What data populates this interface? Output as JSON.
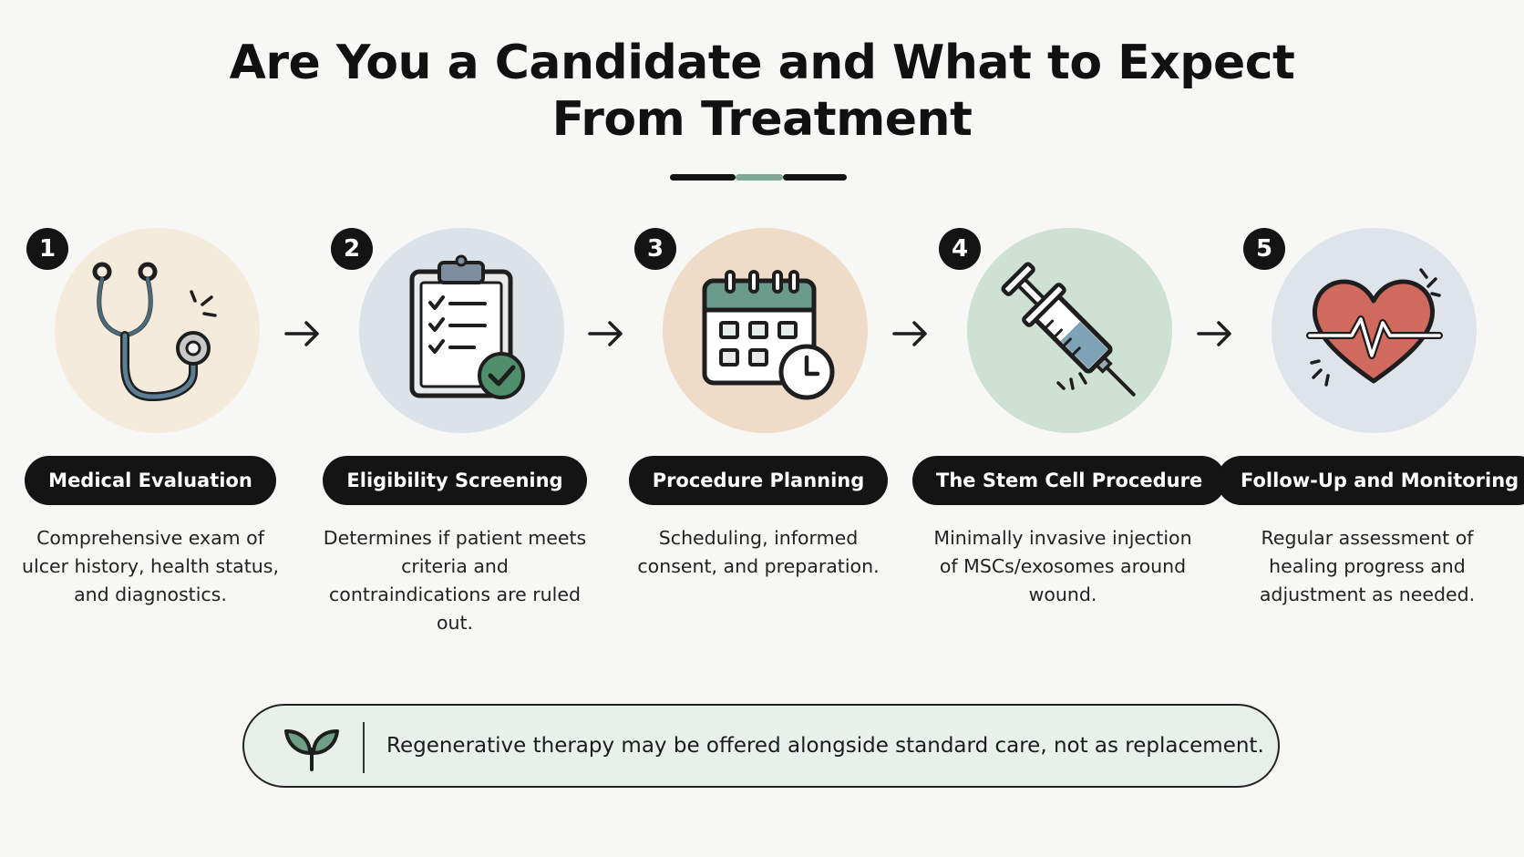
{
  "title": {
    "line1": "Are You a Candidate and What to Expect",
    "line2": "From Treatment"
  },
  "colors": {
    "dark": "#141414",
    "accent": "#7fa896",
    "circle_1": "#f5ebdc",
    "circle_2": "#dbe2e8",
    "circle_3": "#efdcc8",
    "circle_4": "#cfe0d5",
    "circle_5": "#dfe4ea",
    "note_bg": "#e9f0ec"
  },
  "steps": [
    {
      "number": "1",
      "title": "Medical Evaluation",
      "icon": "stethoscope-icon",
      "description": "Comprehensive exam of ulcer history, health status, and diagnostics."
    },
    {
      "number": "2",
      "title": "Eligibility Screening",
      "icon": "clipboard-checklist-icon",
      "description": "Determines if patient meets criteria and contraindications are ruled out."
    },
    {
      "number": "3",
      "title": "Procedure Planning",
      "icon": "calendar-clock-icon",
      "description": "Scheduling, informed consent, and preparation."
    },
    {
      "number": "4",
      "title": "The Stem Cell Procedure",
      "icon": "syringe-icon",
      "description": "Minimally invasive injection of MSCs/exosomes around wound."
    },
    {
      "number": "5",
      "title": "Follow-Up and Monitoring",
      "icon": "heartbeat-icon",
      "description": "Regular assessment of healing progress and adjustment as needed."
    }
  ],
  "note": {
    "icon": "leaf-sprout-icon",
    "text": "Regenerative therapy may be offered alongside standard care, not as replacement."
  }
}
